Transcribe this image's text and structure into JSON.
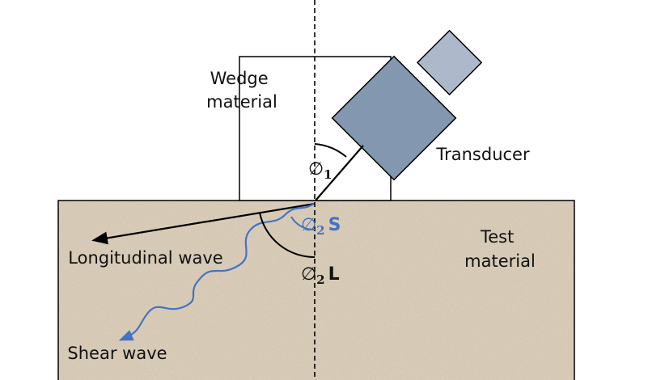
{
  "labels": {
    "wedge_line1": "Wedge",
    "wedge_line2": "material",
    "transducer": "Transducer",
    "test_line1": "Test",
    "test_line2": "material",
    "longitudinal": "Longitudinal wave",
    "shear": "Shear wave"
  },
  "angles": {
    "incident": {
      "symbol": "∅",
      "subscript": "1",
      "suffix": ""
    },
    "shear": {
      "symbol": "∅",
      "subscript": "2",
      "suffix": "S"
    },
    "longitudinal": {
      "symbol": "∅",
      "subscript": "2",
      "suffix": "L"
    }
  },
  "colors": {
    "test_material": "#d8ccb8",
    "transducer_body": "#8497b0",
    "transducer_connector": "#adb9ca",
    "shear_wave": "#4472c4",
    "outline": "#000000"
  }
}
